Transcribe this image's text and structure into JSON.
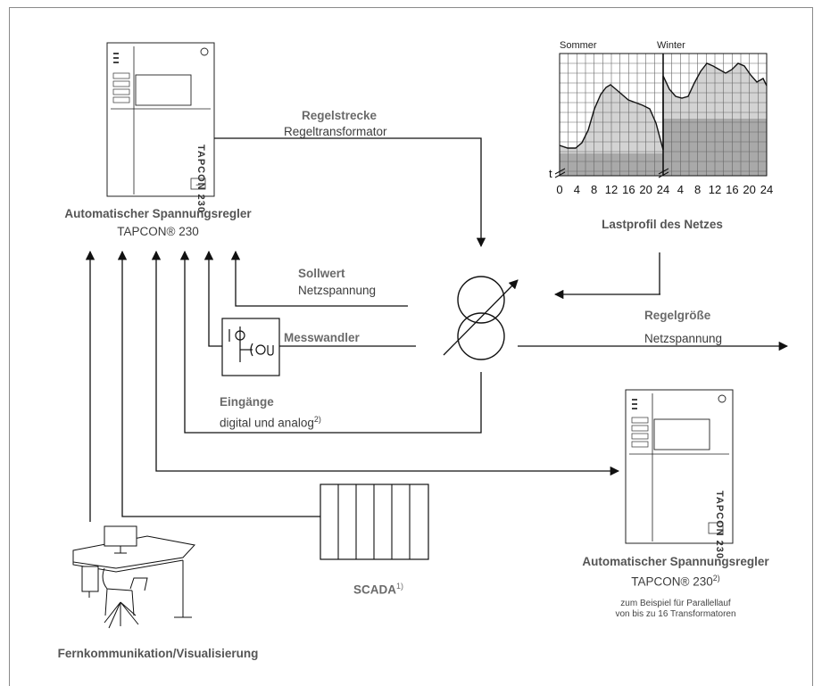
{
  "controller_main": {
    "title": "Automatischer Spannungsregler",
    "model": "TAPCON® 230",
    "device_label": "TAPCON 230"
  },
  "controller_secondary": {
    "title": "Automatischer Spannungsregler",
    "model": "TAPCON® 230",
    "model_note": "2)",
    "device_label": "TAPCON 230",
    "note_line1": "zum Beispiel für Parallellauf",
    "note_line2": "von bis zu 16 Transformatoren"
  },
  "regelstrecke": {
    "title": "Regelstrecke",
    "sub": "Regeltransformator"
  },
  "sollwert": {
    "title": "Sollwert",
    "sub": "Netzspannung"
  },
  "messwandler": {
    "title": "Messwandler"
  },
  "eingaenge": {
    "title": "Eingänge",
    "sub": "digital und analog",
    "note": "2)"
  },
  "regelgroesse": {
    "title": "Regelgröße",
    "sub": "Netzspannung"
  },
  "scada": {
    "title": "SCADA",
    "note": "1)"
  },
  "fernkommunikation": {
    "title": "Fernkommunikation/Visualisierung"
  },
  "load_profile": {
    "title": "Lastprofil des Netzes",
    "summer_label": "Sommer",
    "winter_label": "Winter",
    "t_label": "t",
    "x_ticks": [
      "0",
      "4",
      "8",
      "12",
      "16",
      "20",
      "24",
      "4",
      "8",
      "12",
      "16",
      "20",
      "24"
    ]
  },
  "colors": {
    "line": "#111111",
    "light_fill": "#d3d3d3",
    "dark_fill": "#a9a9a9",
    "grid": "#555555",
    "label_bold": "#6a6a6a"
  }
}
